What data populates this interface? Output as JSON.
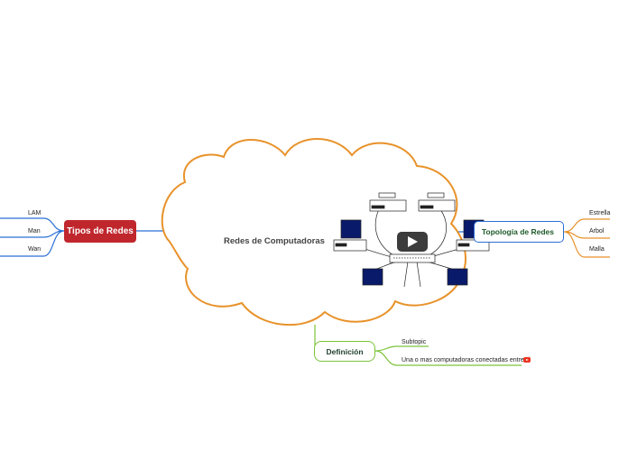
{
  "central": {
    "title": "Redes de Computadoras"
  },
  "tipos": {
    "label": "Tipos de Redes",
    "items": [
      "LAM",
      "Man",
      "Wan"
    ]
  },
  "topologia": {
    "label": "Topología de Redes",
    "items": [
      "Estrella",
      "Arbol",
      "Malla"
    ]
  },
  "definicion": {
    "label": "Definición",
    "items": [
      "Subtopic",
      "Una o mas computadoras conectadas entre si"
    ]
  },
  "media": {
    "icon": "play-icon"
  },
  "colors": {
    "cloud": "#e8922a",
    "tipos": "#c0272d",
    "tipos_line": "#2a6fd6",
    "topologia": "#2a6fd6",
    "topologia_line": "#e8922a",
    "definicion": "#7bc33a",
    "central_text": "#444444"
  }
}
